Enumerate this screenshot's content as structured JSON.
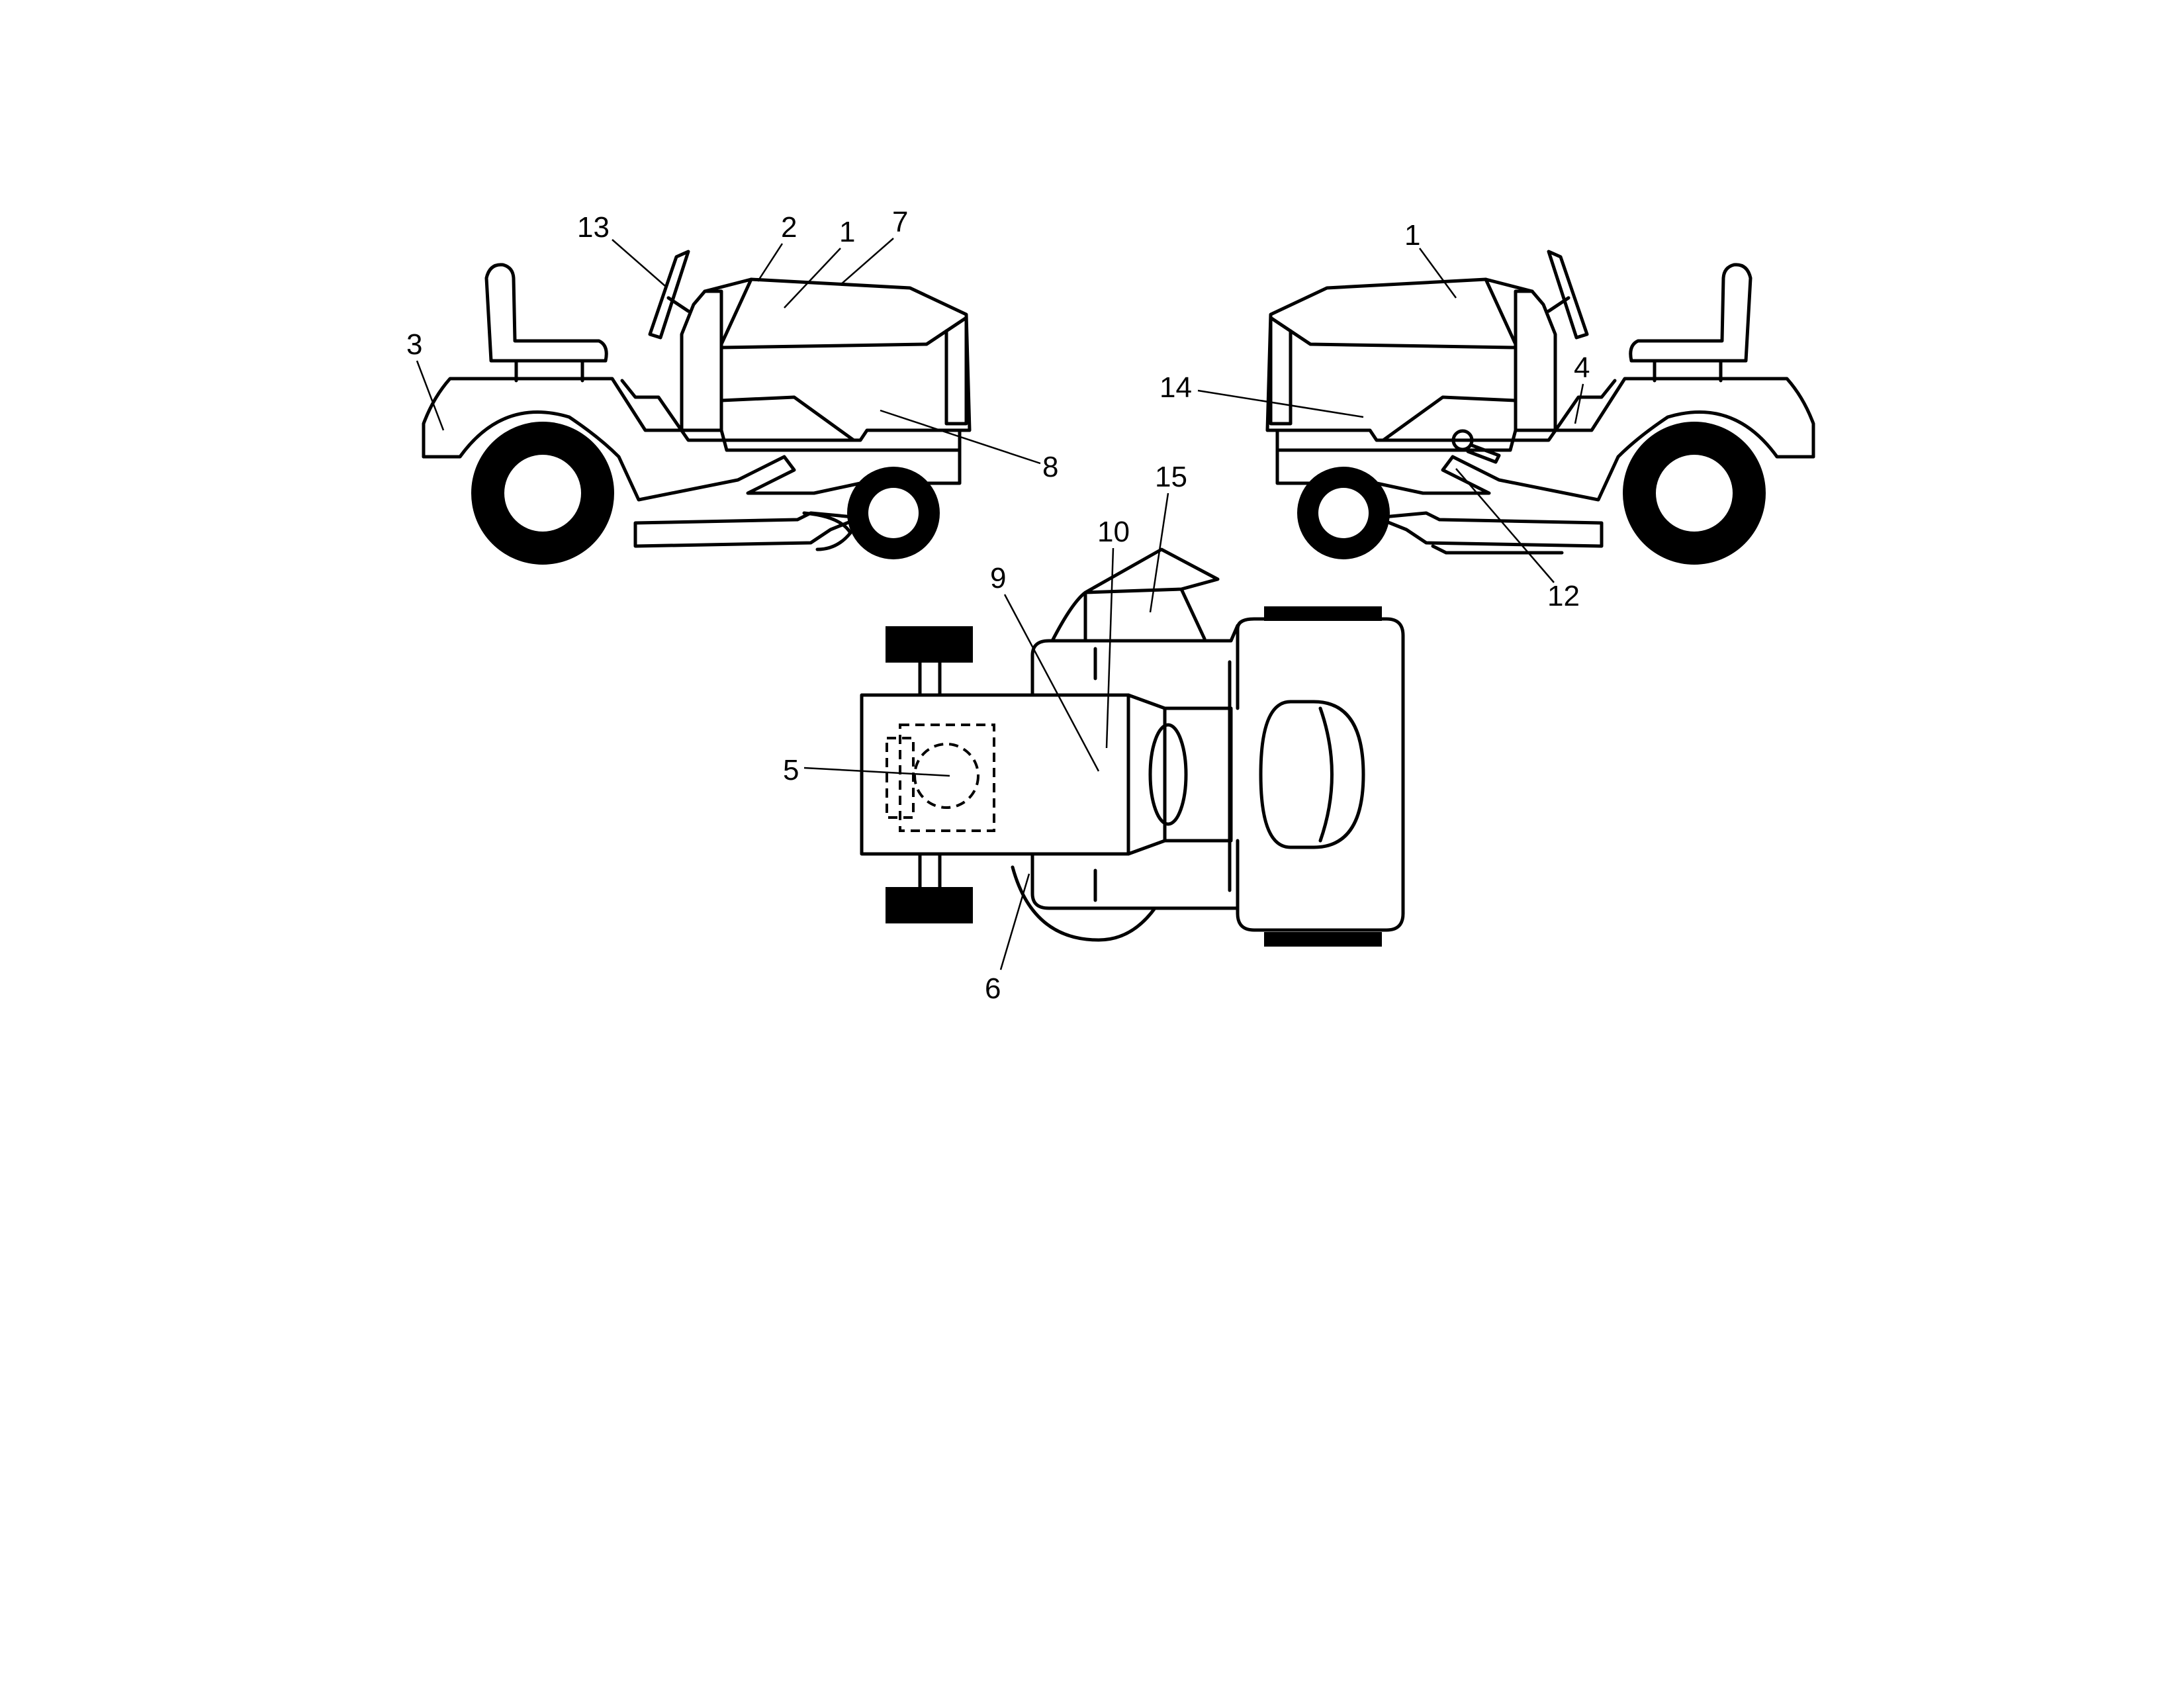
{
  "diagram": {
    "type": "parts-callout",
    "views": [
      "left-side",
      "right-side",
      "top"
    ],
    "callouts": {
      "l13": "13",
      "l2": "2",
      "l1a": "1",
      "l7": "7",
      "l3": "3",
      "l8": "8",
      "l1b": "1",
      "l14": "14",
      "l4": "4",
      "l12": "12",
      "l15": "15",
      "l10": "10",
      "l9": "9",
      "l5": "5",
      "l6": "6"
    }
  }
}
